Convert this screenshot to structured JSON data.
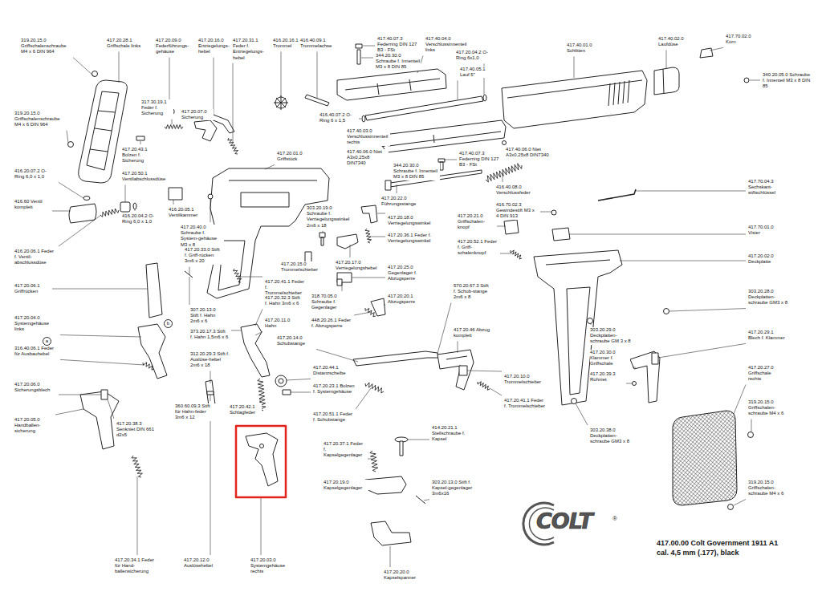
{
  "diagram": {
    "title": "417.00.00 Colt Government 1911 A1 cal. 4,5 mm (.177), black",
    "labels": [
      "319.20.15.0 Griffschalenschraube M4 x 6 DIN 964",
      "417.20.28.1 Griffschale links",
      "417.20.09.0 Federführungs-gehäuse",
      "417.20.16.0 Entriegelungs-hebel",
      "417.20.31.1 Feder f. Entriegelungs-hebel",
      "416.20.16.1 Trommel",
      "416.40.09.1 Trommelachse",
      "417.40.07.3 Federring DIN 127 B3 - FSt",
      "344.20.30.0 Schraube f. Innenteil M3 x 8 DIN 85",
      "417.40.04.0 Verschlussinnenteil links",
      "417.40.01.0 Schlitten",
      "417.40.02.0 Laufdüse",
      "417.70.02.0 Korn",
      "417.20.04.2 O-Ring 6x1,0",
      "417.40.05.1 Lauf 5\"",
      "340.20.05.0 Schraube f. Innenteil M3 x 8 DIN 85",
      "319.20.15.0 Griffschalenschraube M4 x 6 DIN 964",
      "317.30.19.1 Feder f. Sicherung",
      "417.20.07.0 Sicherung",
      "416.40.07.2 O-Ring 6 x 1,5",
      "417.40.03.0 Verschlussinnenteil rechts",
      "417.20.43.1 Bolzen f. Sicherung",
      "417.20.50.1 Ventilabschlussdüse",
      "417.40.06.0 Niet A3x0,25x8 DIN7340",
      "417.40.07.3 Federring DIN 127 B3 - FSt",
      "417.40.06.0 Niet A3x0,25x8 DIN7340",
      "344.20.30.0 Schraube f. Innenteil M3 x 8 DIN 85",
      "417.20.01.0 Griffstück",
      "416.20.07.2 O-Ring 6,0 x 1,0",
      "416.60 Ventil komplett",
      "416.20.04.2 O-Ring 6,0 x 1,0",
      "416.20.05.1 Ventilkammer",
      "417.20.40.0 Schraube f. System-gehäuse M3 x 8",
      "417.20.33.0 Stift f. Griff-rücken 3m6 x 20",
      "416.20.06.1 Feder f. Ventil-abschlussdüse",
      "417.20.22.0 Führungsstange",
      "416.40.08.0 Verschlussfeder",
      "417.70.04.3 Sechskant-stiftschlüssel",
      "416.70.02.3 Gewindestift M3 x 4 DIN 913",
      "417.20.21.0 Griffschalen-knopf",
      "303.20.19.0 Schraube f. Verriegelungswinkel 2m6 x 18",
      "417.20.18.0 Verriegelungswinkel",
      "417.20.36.1 Feder f. Verriegelungswinkel",
      "417.70.01.0 Visier",
      "417.20.52.1 Feder f. Griff-schalenknopf",
      "417.20.02.0 Deckplatte",
      "417.20.15.0 Trommelschieber",
      "417.20.17.0 Verriegelungshebel",
      "417.20.25.0 Gegenlager f. Abzugsperre",
      "417.20.41.1 Feder f. Trommelschieber",
      "417.20.06.1 Griffrücken",
      "417.20.32.3 Stift f. Hahn 3m6 x 6",
      "318.70.05.0 Schraube f. Gegenlager",
      "570.20.67.3 Stift f. Schub-stange 2m6 x 8",
      "417.20.20.1 Abzugsperre",
      "303.20.28.0 Deckplatten-schraube GM3 x 8",
      "307.20.13.0 Stift f. Hahn 2m6 x 6",
      "417.20.04.0 Systemgehäuse links",
      "448.20.26.1 Feder f. Abzugsperre",
      "417.20.11.0 Hahn",
      "373.20.17.3 Stift f. Hahn 1,5m6 x 6",
      "417.20.46 Abzug komplett",
      "303.20.29.0 Deckplatten-schraube GM 3 x 8",
      "417.20.29.1 Blech f. Klammer",
      "417.20.14.0 Schubstange",
      "316.40.06.1 Feder für Ausbauhebel",
      "312.20.29.3 Stift f. Auslöse-hebel 2m6 x 18",
      "417.20.30.0 Klammer f. Griffschale",
      "417.20.39.3 Rohniet",
      "417.20.27.0 Griffschale rechts",
      "417.20.44.1 Distanzscheibe",
      "417.20.10.0 Trommelschieber",
      "417.20.06.0 Sicherungsblech",
      "417.20.23.1 Bolzen f. Systemgehäuse",
      "417.20.41.1 Feder f. Trommelschieber",
      "319.20.15.0 Griffschalen-schraube M4 x 6",
      "360.60.09.3 Stift für Hahn-feder 3m6 x 12",
      "417.20.42.1 Schlagfeder",
      "417.20.51.1 Feder f. Schubstange",
      "303.20.38.0 Deckplatten-schraube GM3 x 8",
      "417.20.05.0 Handballen-sicherung",
      "417.20.38.3 Senkniet DIN 661 d2x5",
      "414.20.21.1 Stellschraube f. Kapsel",
      "417.20.37.1 Feder f. Kapselgegenlager",
      "417.20.19.0 Kapselgegenlager",
      "303.20.13.0 Stift f. Kapsel-gegenlager 3m6x16",
      "319.20.15.0 Griffschalen-schraube M4 x 6",
      "417.20.34.1 Feder für Hand-ballensicherung",
      "417.20.12.0 Auslösehebel",
      "417.20.03.0 Systemgehäuse rechts",
      "417.20.20.0 Kapselspanner",
      "b",
      "a",
      "COLT",
      "®"
    ]
  }
}
